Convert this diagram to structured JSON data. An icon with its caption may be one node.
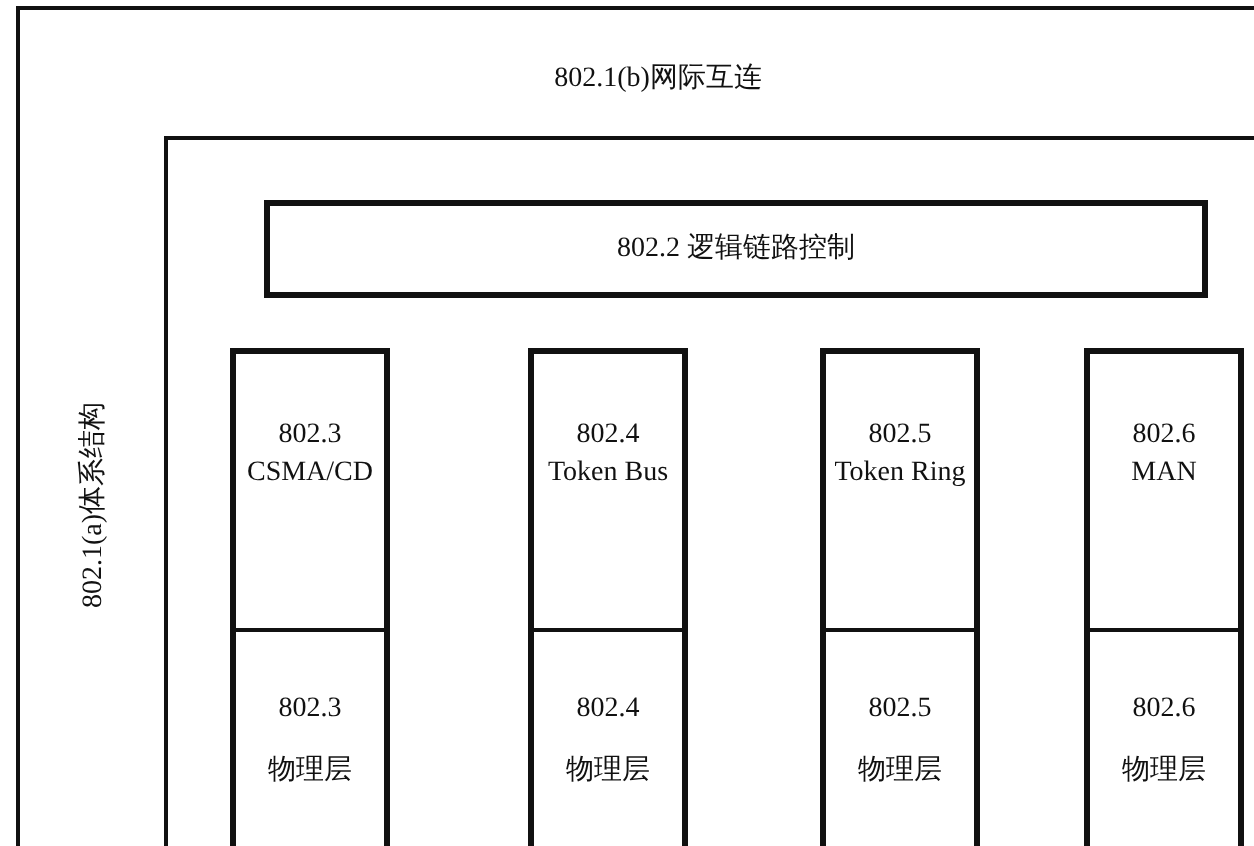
{
  "diagram": {
    "nodes": [
      {
        "text": [
          "802.1(b)网际互连",
          "802.1(a)体系结构"
        ]
      },
      {
        "text": [],
        "shape": "box",
        "in": 0
      },
      {
        "text": [
          "802.2 逻辑链路控制"
        ],
        "in": 1
      },
      {
        "text": [
          "802.3",
          "CSMA/CD"
        ],
        "in": 1
      },
      {
        "text": [
          "802.3",
          "物理层"
        ],
        "in": 1
      },
      {
        "text": [
          "802.4",
          "Token Bus"
        ],
        "in": 1
      },
      {
        "text": [
          "802.4",
          "物理层"
        ],
        "in": 1
      },
      {
        "text": [
          "802.5",
          "Token Ring"
        ],
        "in": 1
      },
      {
        "text": [
          "802.5",
          "物理层"
        ],
        "in": 1
      },
      {
        "text": [
          "802.6",
          "MAN"
        ],
        "in": 1
      },
      {
        "text": [
          "802.6",
          "物理层"
        ],
        "in": 1
      }
    ]
  }
}
